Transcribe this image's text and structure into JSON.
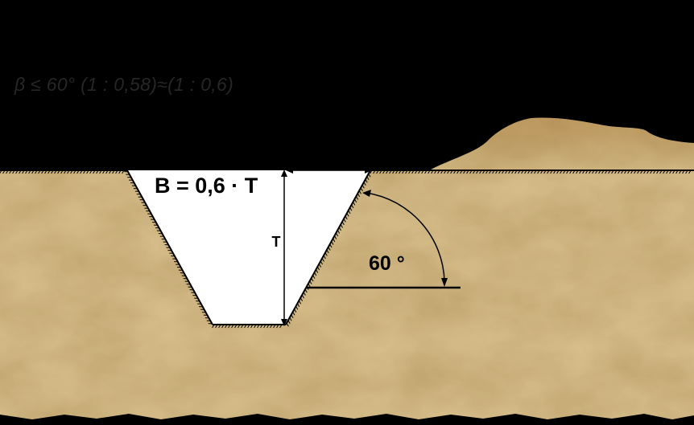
{
  "heading": {
    "formula": "β ≤ 60° (1 : 0,58)≈(1 : 0,6)"
  },
  "diagram": {
    "relation": "B = 0,6 · T",
    "width_label": "B",
    "depth_label": "T",
    "angle_label": "60 °",
    "colors": {
      "soil": "#d8c08c",
      "soil_dark": "#b89a60",
      "trench": "#ffffff",
      "background": "#000000",
      "lines": "#000000"
    }
  }
}
